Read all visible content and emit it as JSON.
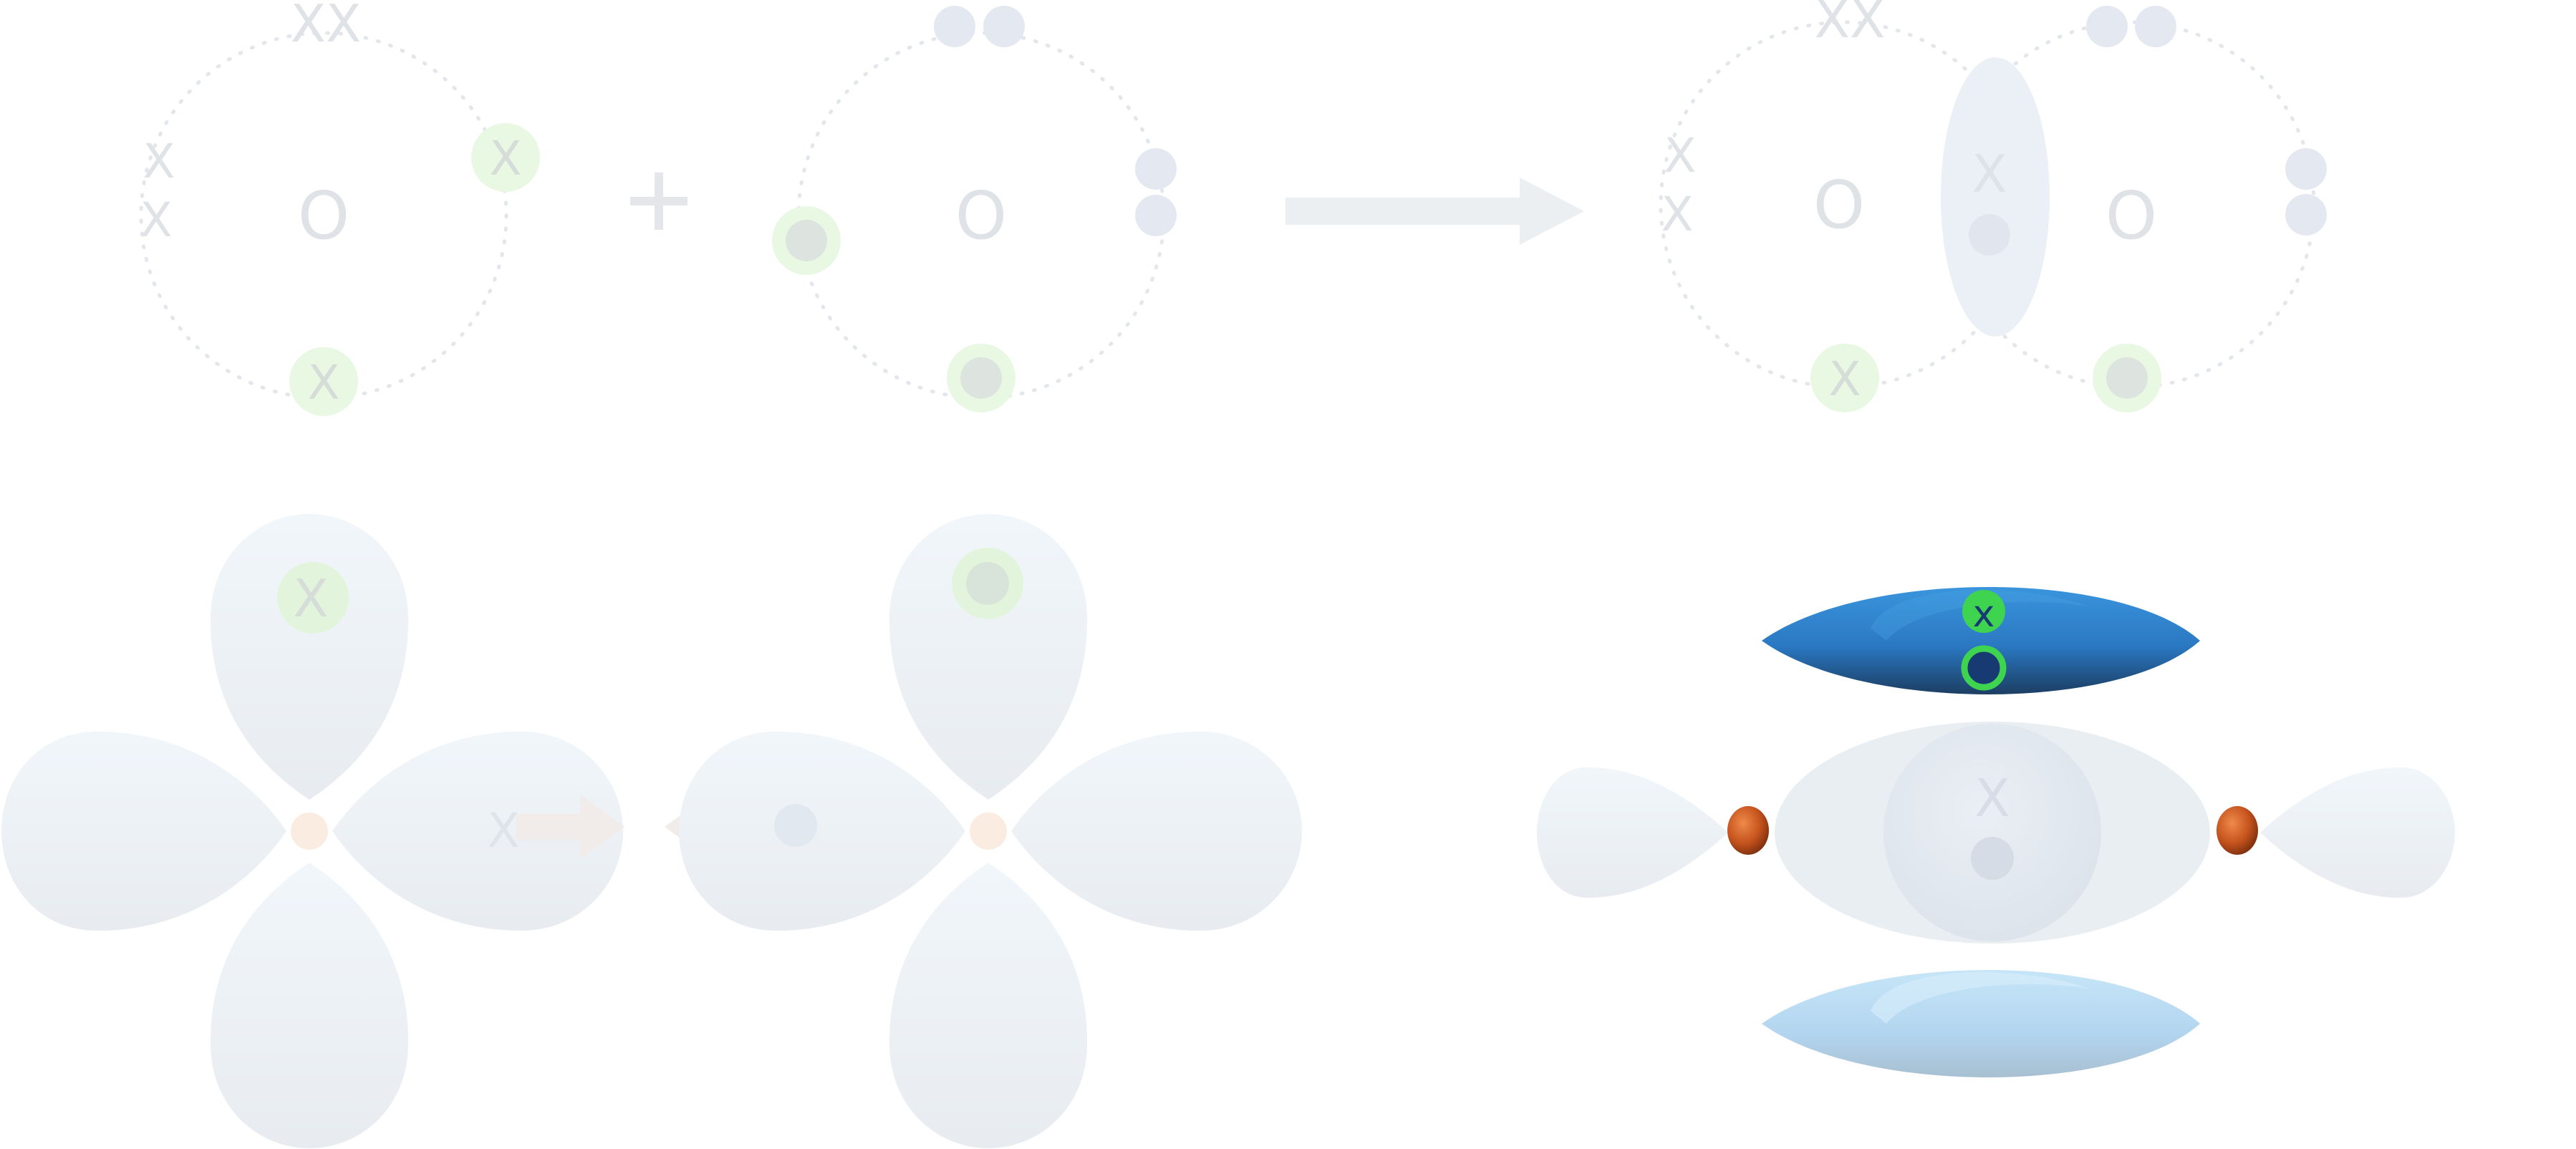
{
  "diagram": {
    "top_row": {
      "left_atom": {
        "symbol": "O",
        "marks": [
          "XX",
          "X",
          "X",
          "X",
          "X"
        ]
      },
      "plus": "+",
      "right_atom": {
        "symbol": "O"
      },
      "product": {
        "left_symbol": "O",
        "right_symbol": "O",
        "left_marks": [
          "XX",
          "X",
          "X",
          "X"
        ],
        "shared_mark": "X"
      }
    },
    "bottom_row": {
      "left_atom_marks": [
        "X",
        "X"
      ],
      "product": {
        "pi_top_mark": "x",
        "sigma_mark": "X"
      }
    }
  },
  "colors": {
    "faded_outline": "#e3e6ea",
    "faded_text": "#dfe2e6",
    "faded_dot": "#e4e8f0",
    "green_halo": "#e9f8e3",
    "green_bright": "#3ed44f",
    "navy": "#183a73",
    "pi_blue": "#2c7fcc",
    "pi_blue_light": "#bfe0f6",
    "lobe_faint": "#eef3f8",
    "nucleus_orange": "#c4521c"
  },
  "icons": [
    "plus-icon",
    "arrow-right-icon",
    "arrow-converge-icon"
  ]
}
